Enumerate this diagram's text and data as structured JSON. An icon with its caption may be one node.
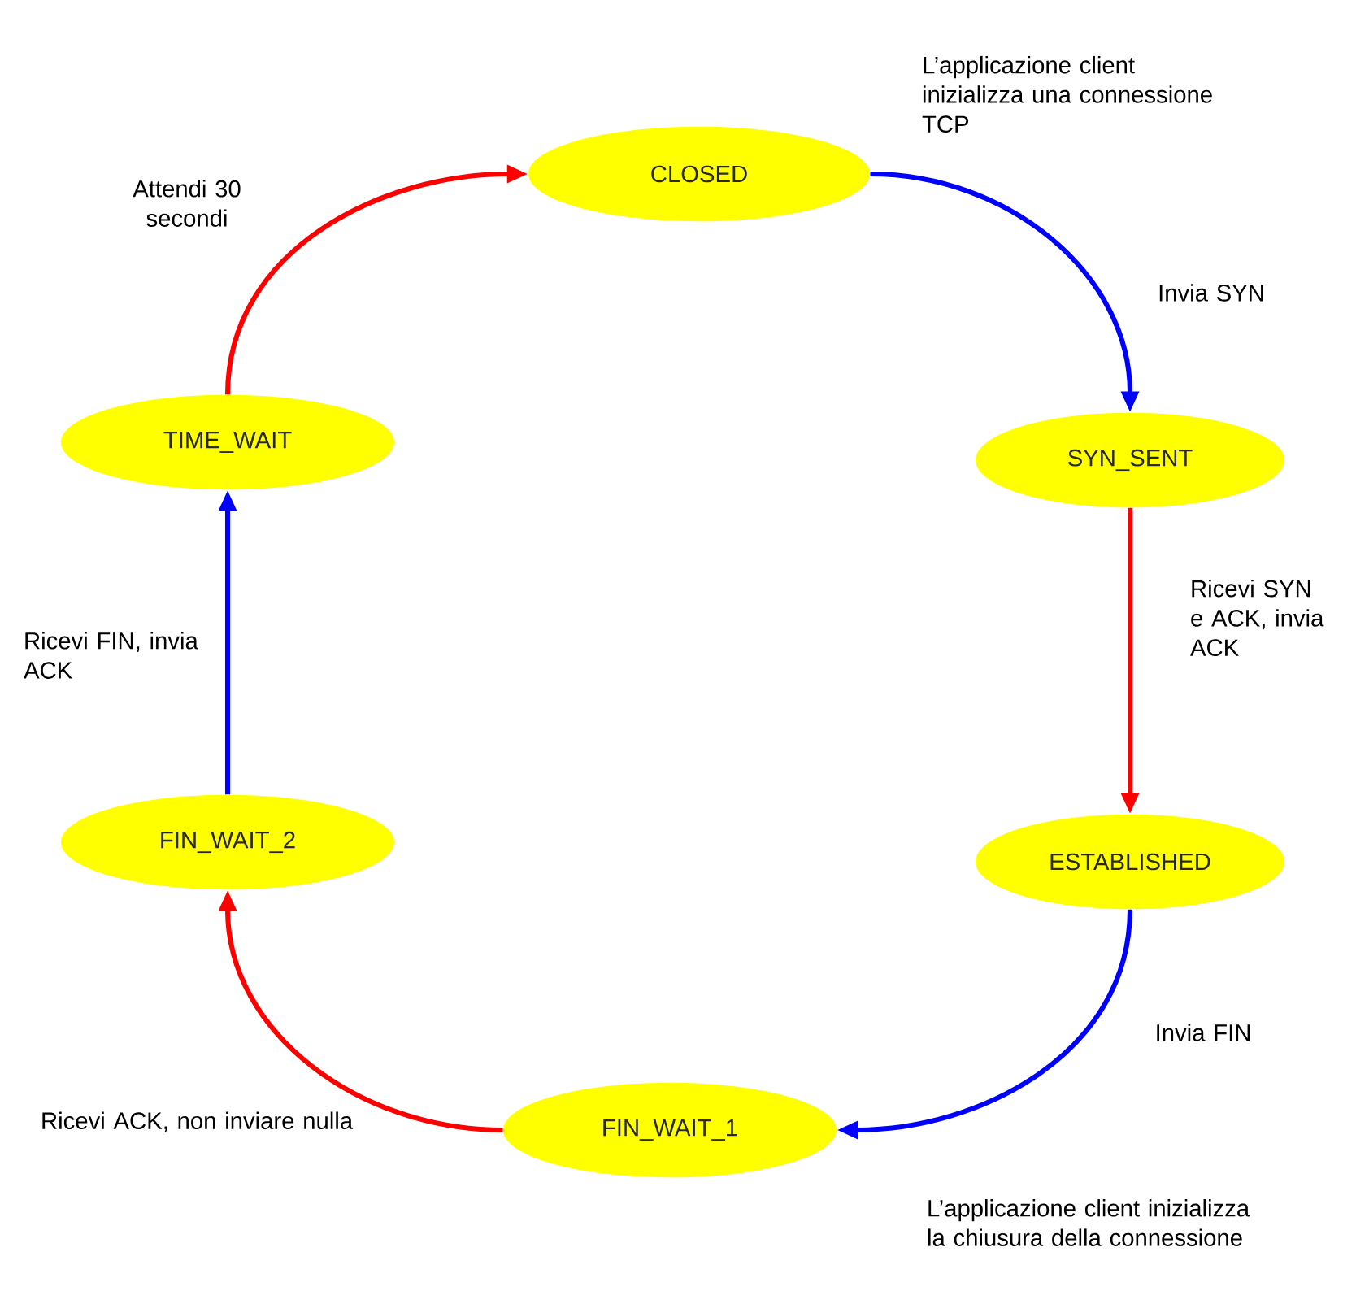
{
  "diagram": {
    "nodes": [
      {
        "text": [
          "CLOSED"
        ]
      },
      {
        "text": [
          "SYN_SENT"
        ]
      },
      {
        "text": [
          "ESTABLISHED"
        ]
      },
      {
        "text": [
          "FIN_WAIT_1"
        ]
      },
      {
        "text": [
          "FIN_WAIT_2"
        ]
      },
      {
        "text": [
          "TIME_WAIT"
        ]
      }
    ],
    "edges": [
      {
        "from": 0,
        "to": 1,
        "arrow": "to",
        "label": "Invia SYN",
        "color": "#0000ff"
      },
      {
        "from": 1,
        "to": 2,
        "arrow": "to",
        "label": "Ricevi SYN e ACK, invia ACK",
        "color": "#ff0000"
      },
      {
        "from": 2,
        "to": 3,
        "arrow": "to",
        "label": "Invia FIN",
        "color": "#0000ff"
      },
      {
        "from": 3,
        "to": 4,
        "arrow": "to",
        "label": "Ricevi ACK, non inviare nulla",
        "color": "#ff0000"
      },
      {
        "from": 4,
        "to": 5,
        "arrow": "to",
        "label": "Ricevi FIN, invia ACK",
        "color": "#0000ff"
      },
      {
        "from": 5,
        "to": 0,
        "arrow": "to",
        "label": "Attendi 30 secondi",
        "color": "#ff0000"
      }
    ],
    "labels": [
      "L’applicazione client inizializza una connessione TCP",
      "L’applicazione client inizializza la chiusura della connessione"
    ]
  }
}
